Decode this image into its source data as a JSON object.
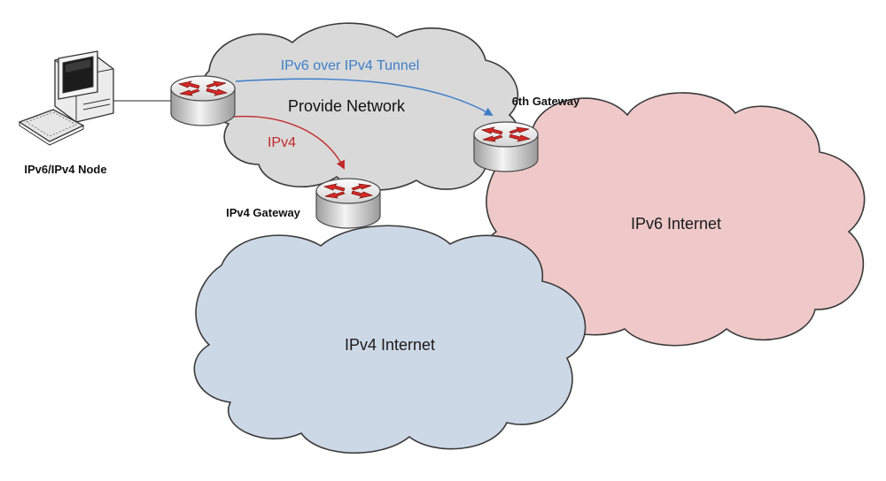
{
  "nodes": {
    "host_label": "IPv6/IPv4 Node",
    "ipv4_gateway_label": "IPv4 Gateway",
    "ipv6_gateway_label": "6th Gateway"
  },
  "clouds": {
    "provider_label": "Provide Network",
    "ipv4_internet_label": "IPv4 Internet",
    "ipv6_internet_label": "IPv6 Internet"
  },
  "links": {
    "tunnel_label": "IPv6 over IPv4 Tunnel",
    "ipv4_label": "IPv4"
  },
  "colors": {
    "provider_cloud": "#d9d9d9",
    "ipv4_cloud": "#cdd8e6",
    "ipv6_cloud": "#efc9c9",
    "tunnel_line": "#3f7ec7",
    "ipv4_line": "#c0282a",
    "router_arrow": "#d62a24"
  }
}
